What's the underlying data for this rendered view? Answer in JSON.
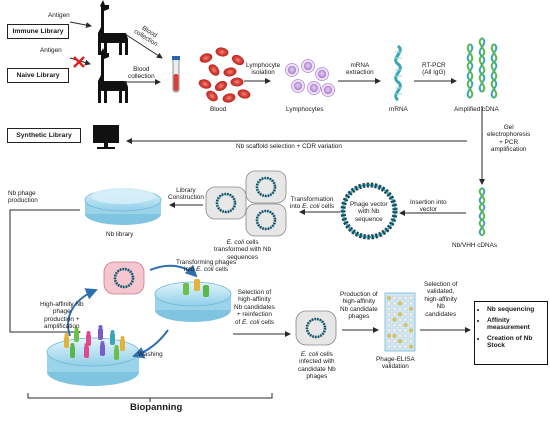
{
  "libraries": {
    "immune": "Immune Library",
    "naive": "Naive Library",
    "synthetic": "Synthetic Library"
  },
  "labels": {
    "antigen_1": "Antigen",
    "antigen_2": "Antigen",
    "blood_collection_1_line1": "Blood",
    "blood_collection_1_line2": "collection",
    "blood_collection_2_line1": "Blood",
    "blood_collection_2_line2": "collection",
    "blood": "Blood",
    "lymphocyte_isolation_line1": "Lymphocyte",
    "lymphocyte_isolation_line2": "isolation",
    "lymphocytes": "Lymphocytes",
    "mrna_extraction_line1": "mRNA",
    "mrna_extraction_line2": "extraction",
    "mrna": "mRNA",
    "rtpcr_line1": "RT-PCR",
    "rtpcr_line2": "(All IgG)",
    "amplified_cdna": "Amplified cDNA",
    "gel_line1": "Gel",
    "gel_line2": "electrophoresis",
    "gel_line3": "+ PCR",
    "gel_line4": "amplification",
    "nb_scaffold": "Nb scaffold selection + CDR variation",
    "nb_vhh_cdnas": "Nb/VHH cDNAs",
    "insertion_line1": "Insertion into",
    "insertion_line2": "vector",
    "phage_vector_line1": "Phage vector",
    "phage_vector_line2": "with Nb",
    "phage_vector_line3": "sequence",
    "transformation_line1": "Transformation",
    "transformation_line2a": "into ",
    "transformation_line2b": "E. coli",
    "transformation_line2c": " cells",
    "ecoli_transformed_line1a": "E. coli",
    "ecoli_transformed_line1b": " cells",
    "ecoli_transformed_line2": "transformed with Nb",
    "ecoli_transformed_line3": "sequences",
    "library_construction_line1": "Library",
    "library_construction_line2": "Construction",
    "nb_library": "Nb library",
    "nb_phage_production_line1": "Nb phage",
    "nb_phage_production_line2": "production",
    "high_affinity_line1": "High-affinity Nb",
    "high_affinity_line2": "phage",
    "high_affinity_line3": "production +",
    "high_affinity_line4": "amplification",
    "transforming_line1": "Transforming phages",
    "transforming_line2a": "into ",
    "transforming_line2b": "E. coli",
    "transforming_line2c": " cells",
    "washing": "Washing",
    "selection_line1": "Selection of",
    "selection_line2": "high-affinity",
    "selection_line3": "Nb candidates",
    "selection_line4": "+ reinfection",
    "selection_line5a": "of ",
    "selection_line5b": "E. coli",
    "selection_line5c": " cells",
    "ecoli_infected_line1a": "E. coli",
    "ecoli_infected_line1b": " cells",
    "ecoli_infected_line2": "infected with",
    "ecoli_infected_line3": "candidate Nb",
    "ecoli_infected_line4": "phages",
    "production_line1": "Production of",
    "production_line2": "high-affinity",
    "production_line3": "Nb candidate",
    "production_line4": "phages",
    "phage_elisa_line1": "Phage-ELISA",
    "phage_elisa_line2": "validation",
    "validated_line1": "Selection of",
    "validated_line2": "validated,",
    "validated_line3": "high-affinity",
    "validated_line4": "Nb",
    "validated_line5": "candidates",
    "biopanning": "Biopanning"
  },
  "outcomes": [
    "Nb sequencing",
    "Affinity measurement",
    "Creation of Nb Stock"
  ],
  "colors": {
    "blood_cell": "#d8413a",
    "lymphocyte": "#b58ad6",
    "dna_teal": "#3aa6b5",
    "dna_green": "#58b84a",
    "dish": "#a9dcf0",
    "arrow": "#2a2a2a",
    "curved_arrow": "#2f6fb0"
  },
  "icons": [
    "llama-icon",
    "cross-icon",
    "blood-tube-icon",
    "monitor-icon",
    "plasmid-icon",
    "petri-dish-icon",
    "elisa-plate-icon"
  ]
}
